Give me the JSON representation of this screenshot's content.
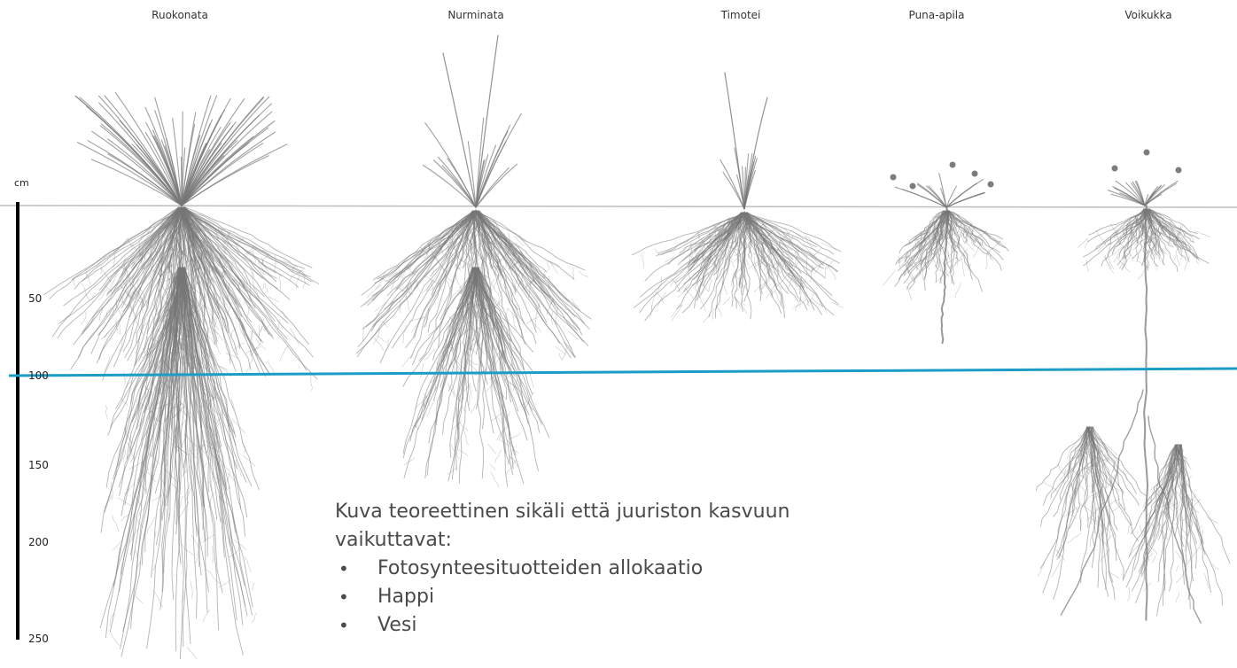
{
  "plants": [
    {
      "name": "Ruokonata"
    },
    {
      "name": "Nurminata"
    },
    {
      "name": "Timotei"
    },
    {
      "name": "Puna-apila"
    },
    {
      "name": "Voikukka"
    }
  ],
  "scale": {
    "unit": "cm",
    "ticks": [
      "50",
      "100",
      "150",
      "200",
      "250"
    ]
  },
  "caption": {
    "line1": "Kuva teoreettinen sikäli että juuriston kasvuun",
    "line2": "vaikuttavat:",
    "bullets": [
      "Fotosynteesituotteiden allokaatio",
      "Happi",
      "Vesi"
    ]
  },
  "colors": {
    "root": "#777777",
    "reference_line": "#1b9dc6",
    "scale_bar": "#000000"
  }
}
